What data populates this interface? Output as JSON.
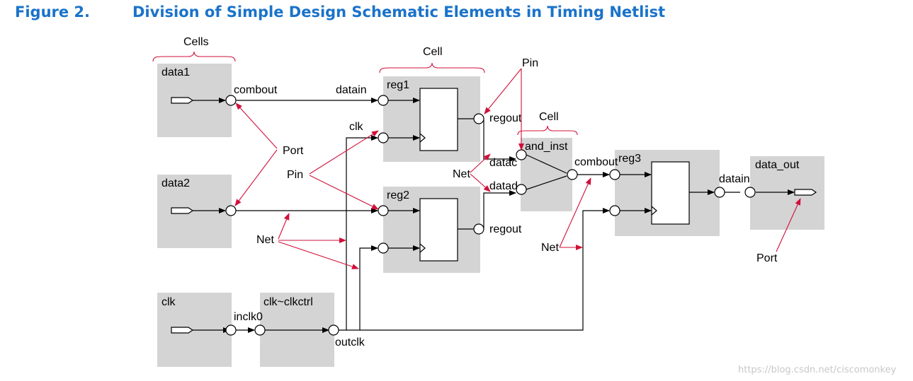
{
  "figure": {
    "number": "Figure 2.",
    "title": "Division of Simple Design Schematic Elements in Timing Netlist"
  },
  "cells": {
    "data1": "data1",
    "data2": "data2",
    "clk": "clk",
    "clkctrl": "clk~clkctrl",
    "reg1": "reg1",
    "reg2": "reg2",
    "and_inst": "and_inst",
    "reg3": "reg3",
    "data_out": "data_out"
  },
  "pins": {
    "combout_data1": "combout",
    "datain_reg1": "datain",
    "clk_reg1": "clk",
    "regout_reg1": "regout",
    "regout_reg2": "regout",
    "datac": "datac",
    "datad": "datad",
    "combout_and": "combout",
    "datain_reg3": "datain",
    "inclk0": "inclk0",
    "outclk": "outclk"
  },
  "annotations": {
    "cells_top": "Cells",
    "cell_reg1": "Cell",
    "cell_and": "Cell",
    "pin_top": "Pin",
    "pin_left": "Pin",
    "port_left": "Port",
    "port_right": "Port",
    "net_left": "Net",
    "net_mid": "Net",
    "net_right": "Net"
  },
  "watermark": "https://blog.csdn.net/ciscomonkey",
  "colors": {
    "title": "#1a73c9",
    "annotation": "#d0103a",
    "cell_fill": "#d4d4d4"
  }
}
